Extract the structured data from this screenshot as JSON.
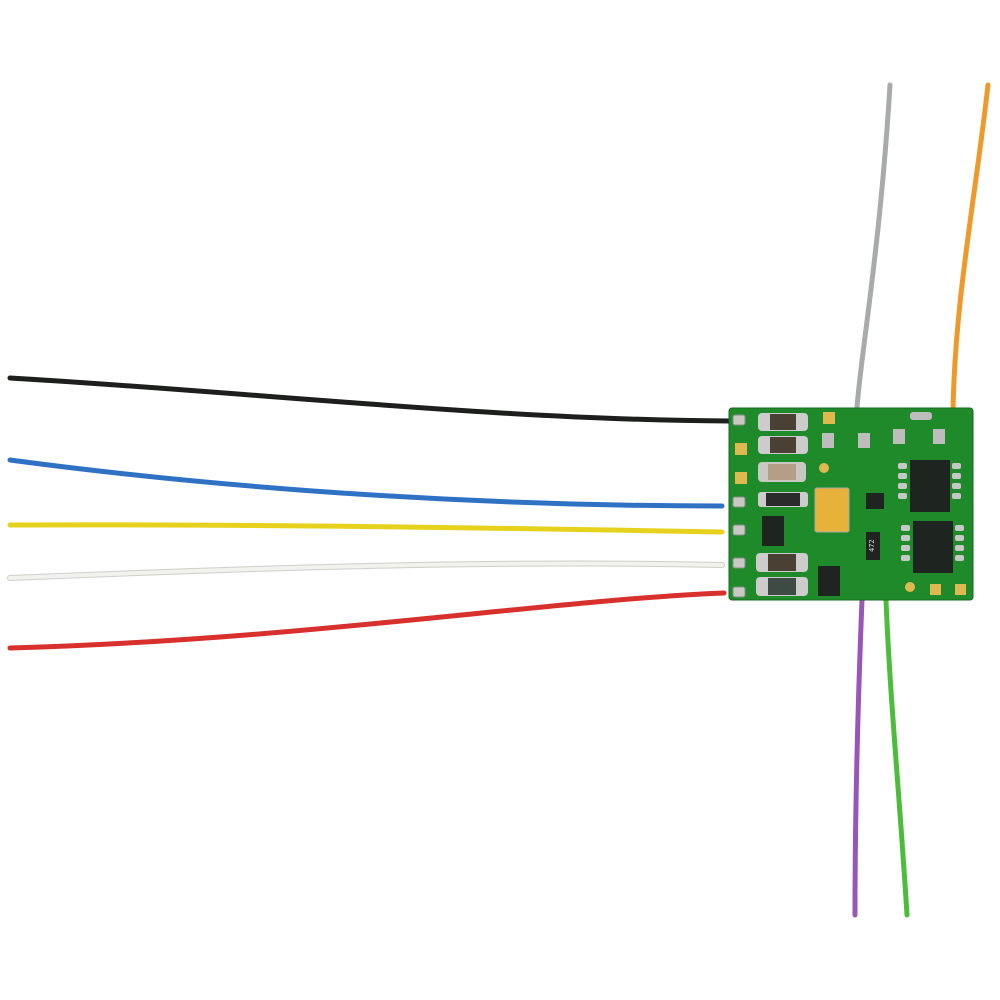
{
  "photo": {
    "subject": "decoder-pcb-with-wires",
    "background_color": "#ffffff",
    "board_color": "#1f8a2a",
    "resistor_marking": "472",
    "wires_left": [
      {
        "color_name": "black",
        "color": "#1c1f1c"
      },
      {
        "color_name": "blue",
        "color": "#2f72c4"
      },
      {
        "color_name": "yellow",
        "color": "#e6d21c"
      },
      {
        "color_name": "white",
        "color": "#f2f2ee"
      },
      {
        "color_name": "red",
        "color": "#d8302c"
      }
    ],
    "wires_top": [
      {
        "color_name": "gray",
        "color": "#a9abab"
      },
      {
        "color_name": "orange",
        "color": "#ee9a2a"
      }
    ],
    "wires_bottom": [
      {
        "color_name": "purple",
        "color": "#9a55b8"
      },
      {
        "color_name": "green",
        "color": "#4cbc3c"
      }
    ]
  }
}
